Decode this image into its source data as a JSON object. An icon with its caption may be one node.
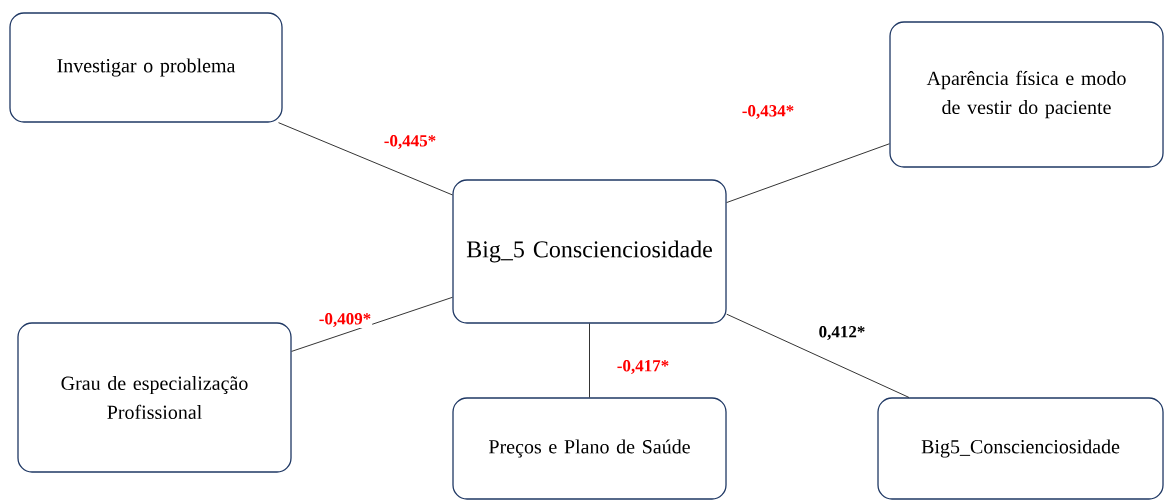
{
  "diagram": {
    "nodes": [
      {
        "text": [
          "Investigar o problema"
        ]
      },
      {
        "text": [
          "Aparência física e modo de vestir do paciente"
        ]
      },
      {
        "text": [
          "Big_5 Conscienciosidade"
        ]
      },
      {
        "text": [
          "Grau de especialização Profissional"
        ]
      },
      {
        "text": [
          "Preços e Plano de Saúde"
        ]
      },
      {
        "text": [
          "Big5_Conscienciosidade"
        ]
      }
    ],
    "edges": [
      {
        "from": 0,
        "to": 2,
        "arrow": "none",
        "label": "-0,445*"
      },
      {
        "from": 1,
        "to": 2,
        "arrow": "none",
        "label": "-0,434*"
      },
      {
        "from": 3,
        "to": 2,
        "arrow": "none",
        "label": "-0,409*"
      },
      {
        "from": 4,
        "to": 2,
        "arrow": "none",
        "label": "-0,417*"
      },
      {
        "from": 5,
        "to": 2,
        "arrow": "none",
        "label": "0,412*"
      }
    ]
  }
}
